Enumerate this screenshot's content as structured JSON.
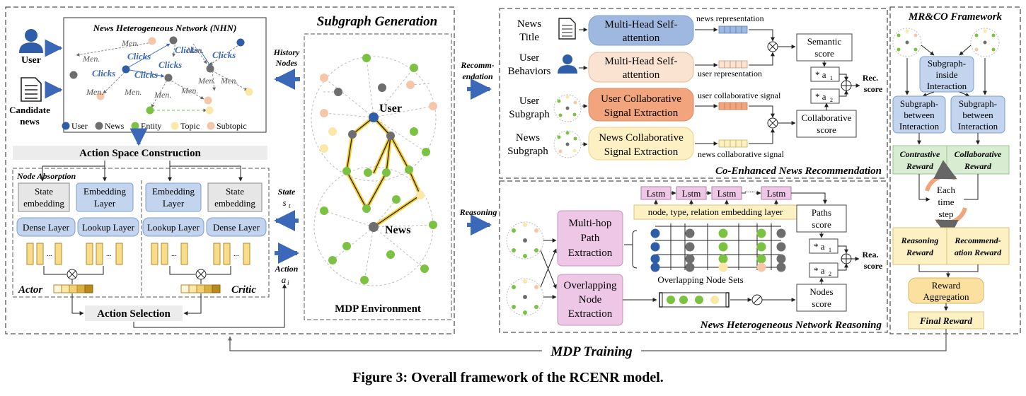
{
  "caption": "Figure 3: Overall framework of the RCENR model.",
  "nhn": {
    "title": "News Heterogeneous Network (NHN)",
    "user_label": "User",
    "candidate_label_1": "Candidate",
    "candidate_label_2": "news",
    "edge_clicks": "Clicks",
    "edge_mention": "Men.",
    "legend": [
      "User",
      "News",
      "Entity",
      "Topic",
      "Subtopic"
    ]
  },
  "subgraph": {
    "title": "Subgraph Generation",
    "history_1": "History",
    "history_2": "Nodes",
    "action_space": "Action Space Construction",
    "node_absorption": "Node Absorption",
    "state_embedding_1": "State",
    "state_embedding_2": "embedding",
    "embedding_layer_1": "Embedding",
    "embedding_layer_2": "Layer",
    "dense_layer": "Dense Layer",
    "lookup_layer": "Lookup Layer",
    "actor": "Actor",
    "critic": "Critic",
    "action_selection": "Action Selection",
    "state_1": "State",
    "state_2": "s",
    "state_sub": "t",
    "action_1": "Action",
    "action_2": "a",
    "action_sub": "i",
    "env_user": "User",
    "env_news": "News",
    "mdp_env": "MDP Environment"
  },
  "recommendation": {
    "arrow_1": "Recomm-",
    "arrow_2": "endation",
    "news_title_1": "News",
    "news_title_2": "Title",
    "user_behaviors_1": "User",
    "user_behaviors_2": "Behaviors",
    "user_subgraph_1": "User",
    "user_subgraph_2": "Subgraph",
    "news_subgraph_1": "News",
    "news_subgraph_2": "Subgraph",
    "mhsa_1": "Multi-Head Self-",
    "mhsa_2": "attention",
    "ucse_1": "User Collaborative",
    "ucse_2": "Signal Extraction",
    "ncse_1": "News Collaborative",
    "ncse_2": "Signal Extraction",
    "news_rep": "news representation",
    "user_rep": "user representation",
    "user_collab": "user collaborative signal",
    "news_collab": "news collaborative signal",
    "semantic_1": "Semantic",
    "semantic_2": "score",
    "collab_1": "Collaborative",
    "collab_2": "score",
    "a1": "* a",
    "a1_sub": "1",
    "a2": "* a",
    "a2_sub": "2",
    "rec_1": "Rec.",
    "rec_2": "score",
    "title": "Co-Enhanced News Recommendation"
  },
  "reasoning": {
    "arrow": "Reasoning",
    "lstm": "Lstm",
    "dots": "......",
    "embedding_layer": "node, type, relation embedding layer",
    "multihop_1": "Multi-hop",
    "multihop_2": "Path",
    "multihop_3": "Extraction",
    "overlap_1": "Overlapping",
    "overlap_2": "Node",
    "overlap_3": "Extraction",
    "overlap_sets": "Overlapping Node Sets",
    "paths_1": "Paths",
    "paths_2": "score",
    "nodes_1": "Nodes",
    "nodes_2": "score",
    "a1": "* a",
    "a1_sub": "1",
    "a2": "* a",
    "a2_sub": "2",
    "rea_1": "Rea.",
    "rea_2": "score",
    "title": "News Heterogeneous Network Reasoning"
  },
  "mrco": {
    "title": "MR&CO Framework",
    "inside_1": "Subgraph-",
    "inside_2": "inside",
    "inside_3": "Interaction",
    "between_1": "Subgraph-",
    "between_2": "between",
    "between_3": "Interaction",
    "contrastive_1": "Contrastive",
    "contrastive_2": "Reward",
    "collaborative_1": "Collaborative",
    "collaborative_2": "Reward",
    "each_1": "Each",
    "each_2": "time",
    "each_3": "step",
    "reasoning_1": "Reasoning",
    "reasoning_2": "Reward",
    "recomm_1": "Recommend-",
    "recomm_2": "ation Reward",
    "aggregation_1": "Reward",
    "aggregation_2": "Aggregation",
    "final": "Final Reward"
  },
  "mdp_training": "MDP Training",
  "colors": {
    "user": "#2f5da8",
    "news": "#6e6e6e",
    "entity": "#7cc242",
    "topic": "#fbe7a6",
    "subtopic": "#f6c6a8",
    "blue_box": "#9fb8e0",
    "peach_box": "#fbe3d2",
    "orange_box": "#f2a57c",
    "yellow_box": "#fdf0c2",
    "pink_box": "#efc7e6",
    "green_box": "#d8ecd1",
    "arrow_blue": "#3f6db3",
    "clicks_blue": "#3b68b9"
  }
}
